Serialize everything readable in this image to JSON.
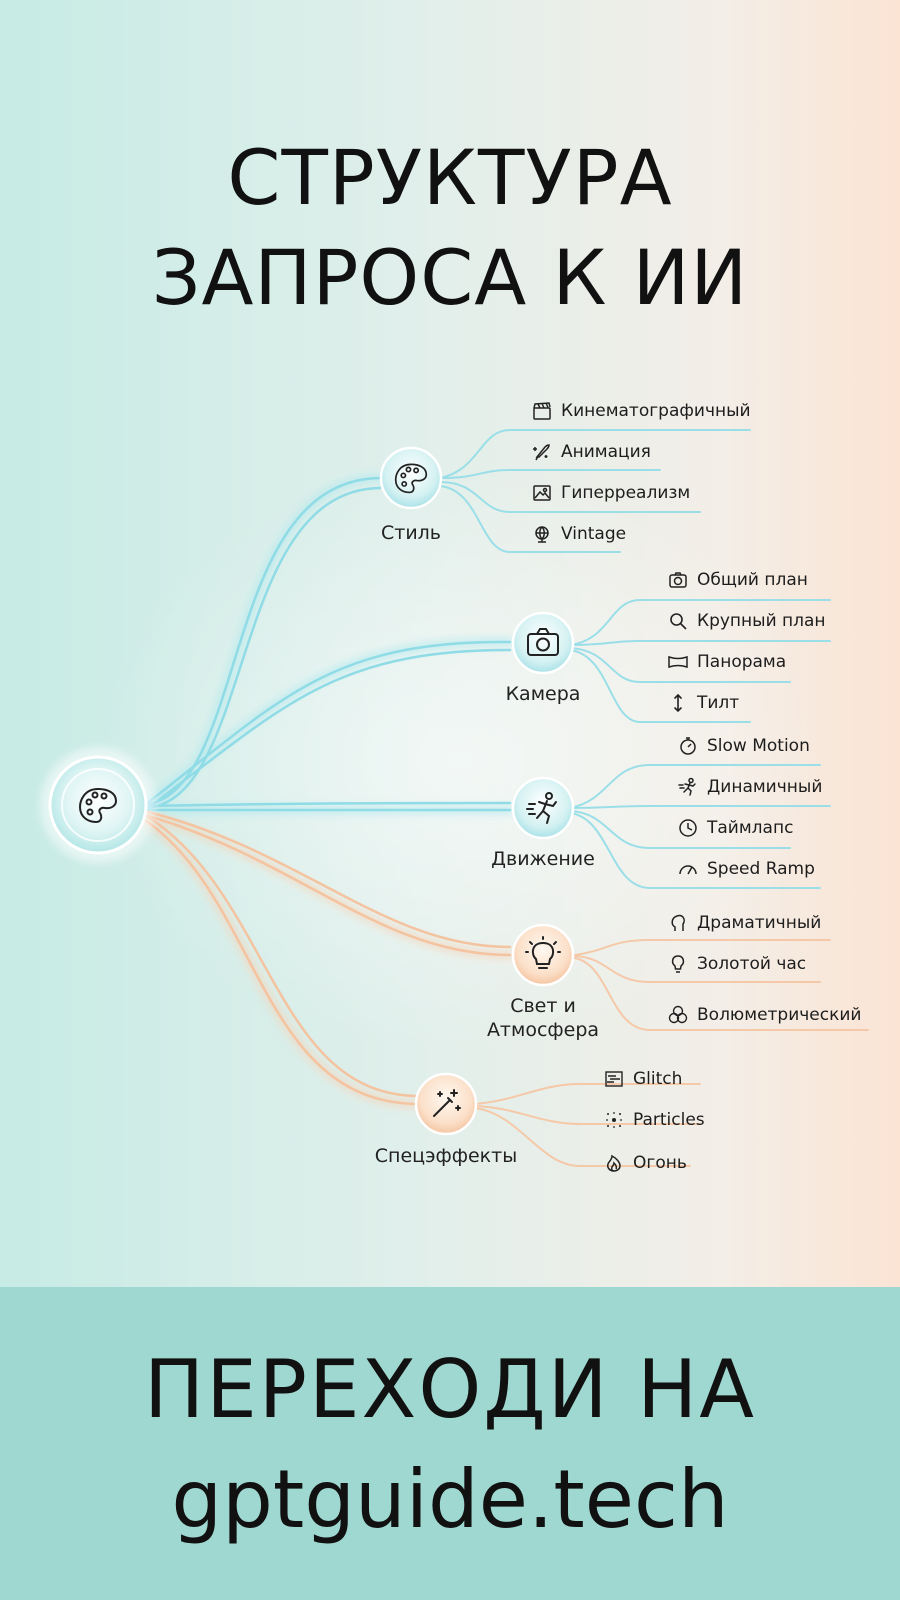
{
  "header": {
    "title_line1": "СТРУКТУРА",
    "title_line2": "ЗАПРОСА К ИИ"
  },
  "root": {
    "icon": "palette-icon"
  },
  "branches": [
    {
      "label": "Стиль",
      "icon": "palette-icon",
      "color": "#8fd9e6",
      "items": [
        {
          "label": "Кинематографичный",
          "icon": "clapperboard-icon"
        },
        {
          "label": "Анимация",
          "icon": "sparkle-rocket-icon"
        },
        {
          "label": "Гиперреализм",
          "icon": "image-icon"
        },
        {
          "label": "Vintage",
          "icon": "globe-icon"
        }
      ]
    },
    {
      "label": "Камера",
      "icon": "camera-icon",
      "color": "#8fd9e6",
      "items": [
        {
          "label": "Общий план",
          "icon": "camera-icon"
        },
        {
          "label": "Крупный план",
          "icon": "magnifier-icon"
        },
        {
          "label": "Панорама",
          "icon": "panorama-icon"
        },
        {
          "label": "Тилт",
          "icon": "vertical-arrows-icon"
        }
      ]
    },
    {
      "label": "Движение",
      "icon": "running-person-icon",
      "color": "#8fd9e6",
      "items": [
        {
          "label": "Slow Motion",
          "icon": "stopwatch-icon"
        },
        {
          "label": "Динамичный",
          "icon": "running-person-icon"
        },
        {
          "label": "Таймлапс",
          "icon": "clock-icon"
        },
        {
          "label": "Speed Ramp",
          "icon": "speedometer-icon"
        }
      ]
    },
    {
      "label_line1": "Свет и",
      "label_line2": "Атмосфера",
      "icon": "lightbulb-icon",
      "color": "#f6c9a8",
      "items": [
        {
          "label": "Драматичный",
          "icon": "silhouette-icon"
        },
        {
          "label": "Золотой час",
          "icon": "lightbulb-icon"
        },
        {
          "label": "Волюметрический",
          "icon": "volume-spheres-icon"
        }
      ]
    },
    {
      "label": "Спецэффекты",
      "icon": "magic-wand-icon",
      "color": "#f6c9a8",
      "items": [
        {
          "label": "Glitch",
          "icon": "glitch-icon"
        },
        {
          "label": "Particles",
          "icon": "particles-icon"
        },
        {
          "label": "Огонь",
          "icon": "flame-icon"
        }
      ]
    }
  ],
  "footer": {
    "cta_line1": "ПЕРЕХОДИ НА",
    "cta_line2": "gptguide.tech"
  }
}
